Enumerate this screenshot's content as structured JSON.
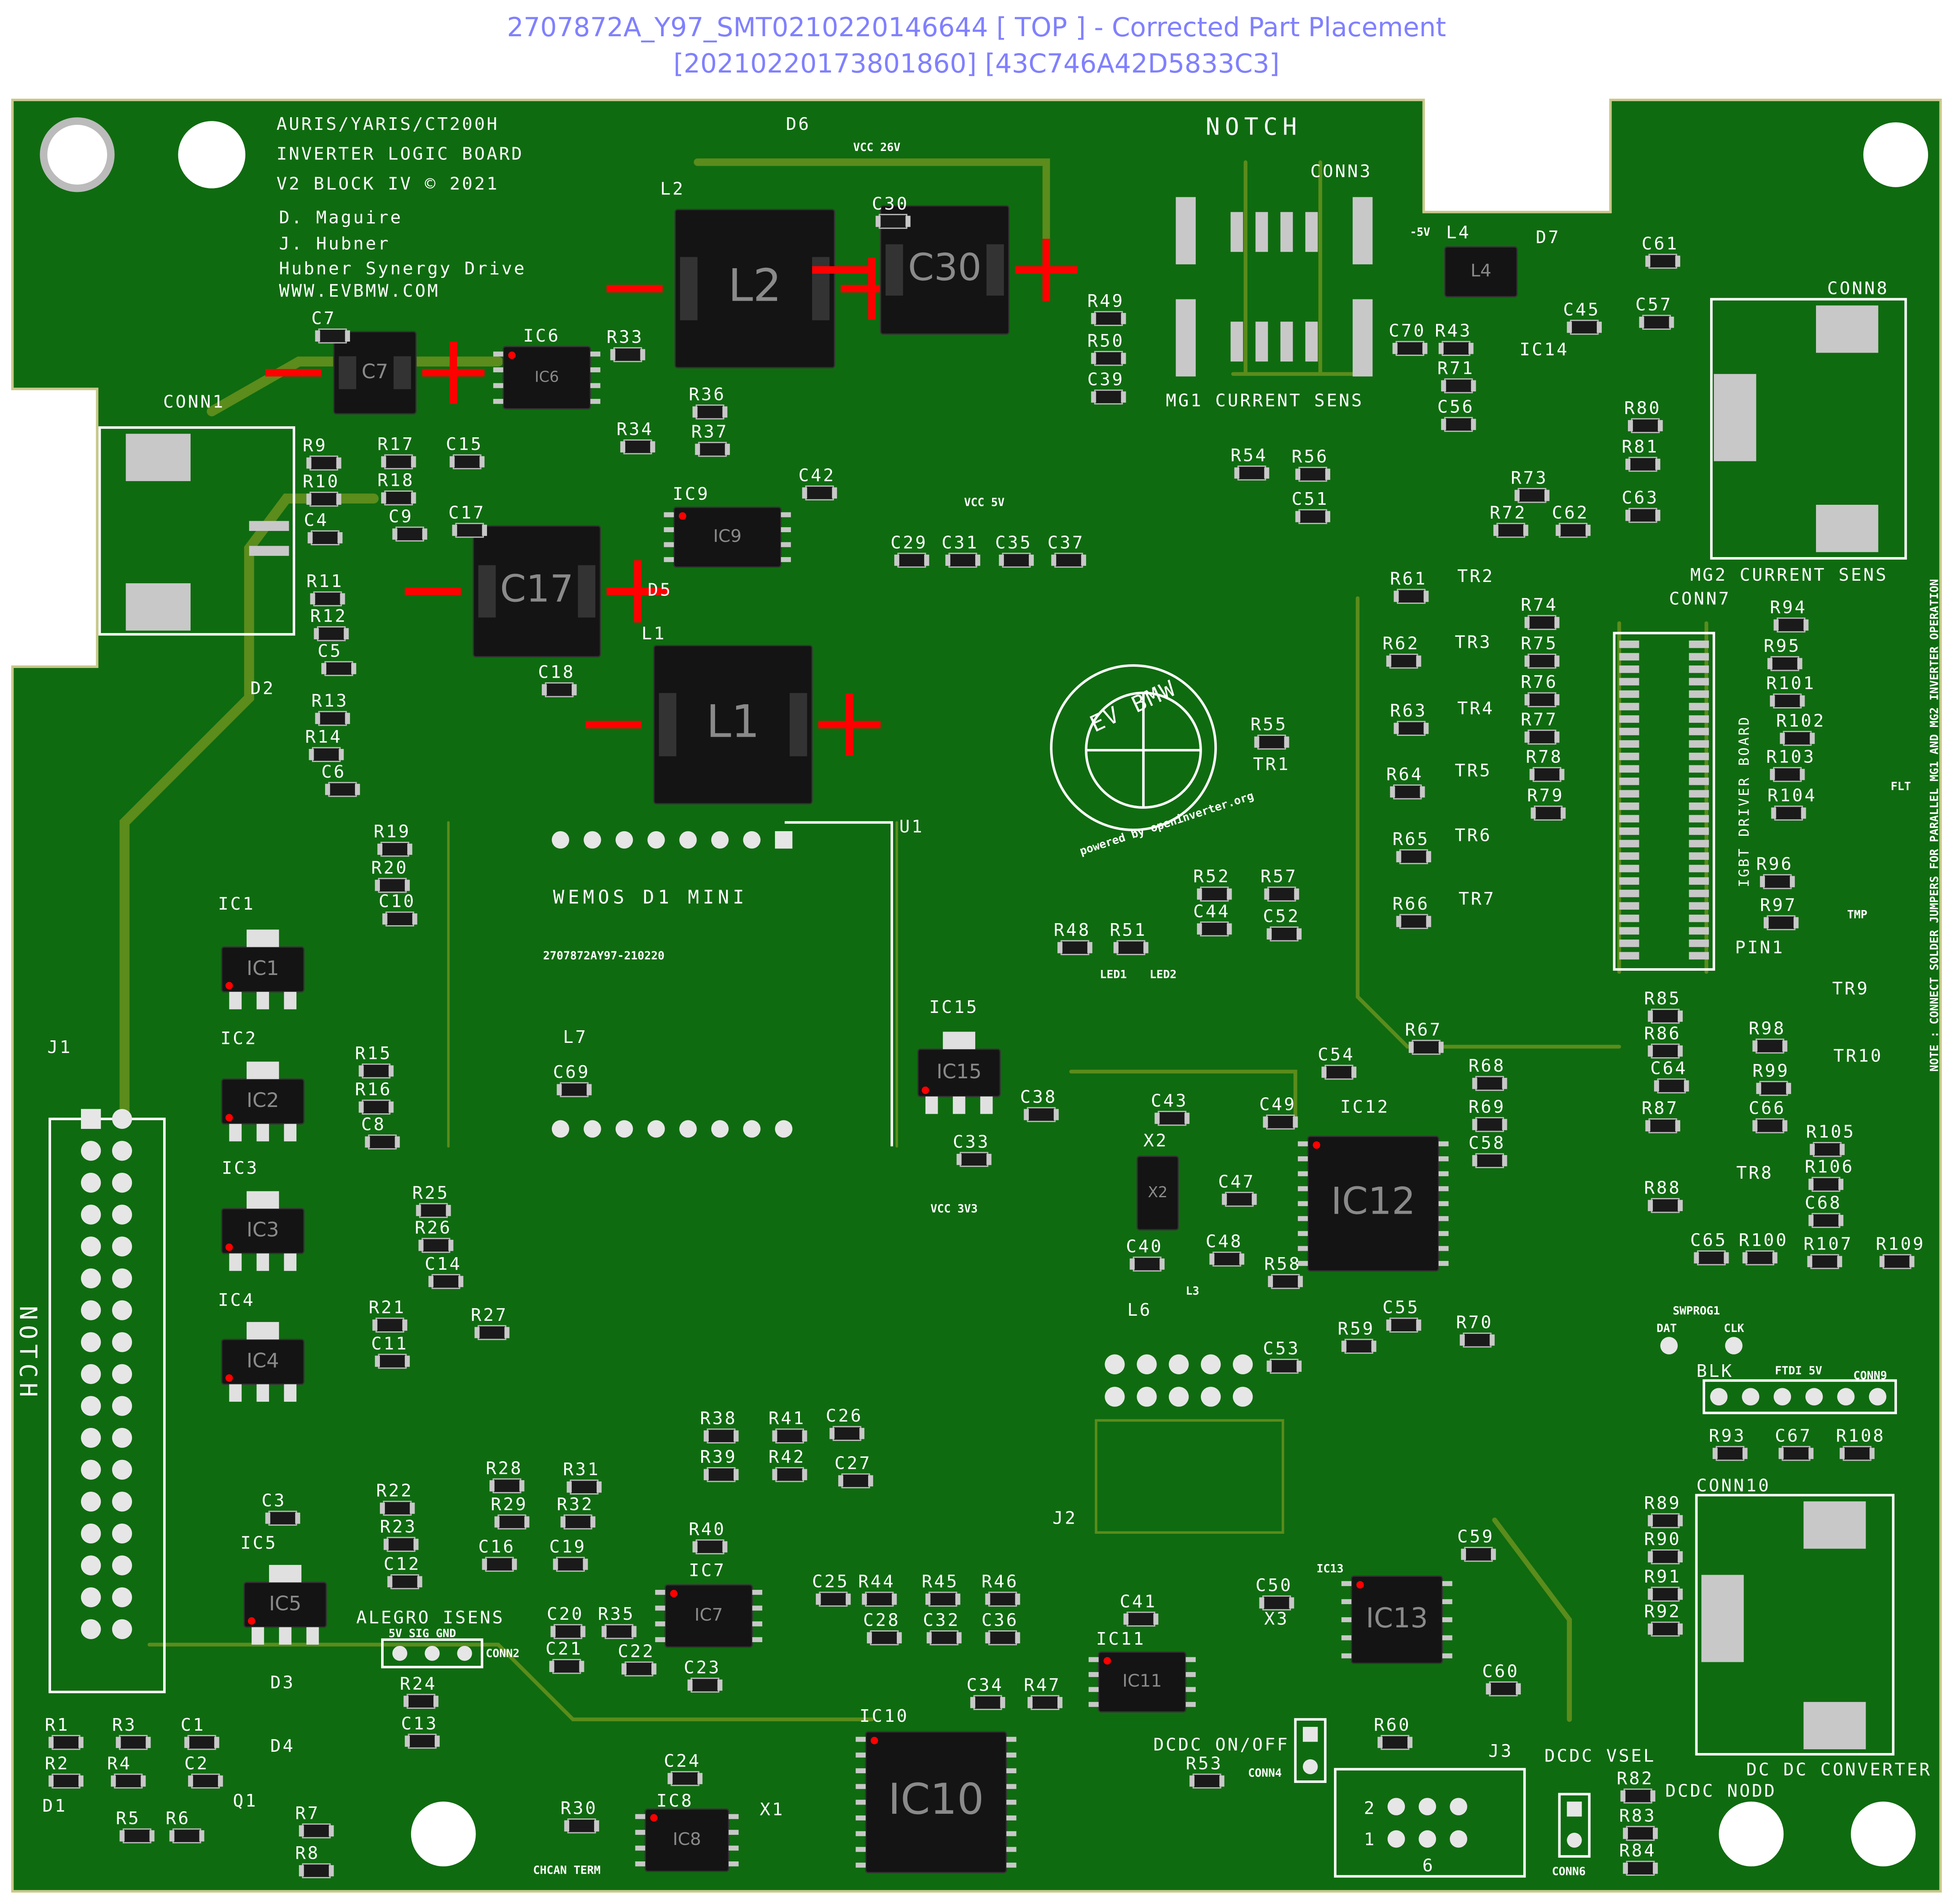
{
  "header": {
    "title_line1": "2707872A_Y97_SMT0210220146644 [ TOP ] - Corrected Part Placement",
    "title_line2": "[20210220173801860] [43C746A42D5833C3]"
  },
  "board_info": {
    "lines": [
      "AURIS/YARIS/CT200H",
      "INVERTER LOGIC BOARD",
      "V2 BLOCK IV    © 2021",
      "D. Maguire",
      "J. Hubner",
      "Hubner Synergy Drive",
      "WWW.EVBMW.COM"
    ],
    "notch_top": "NOTCH",
    "notch_left": "NOTCH",
    "note": "NOTE : CONNECT SOLDER JUMPERS FOR PARALLEL MG1 AND MG2 INVERTER OPERATION",
    "igbt_label": "IGBT DRIVER BOARD",
    "module_name": "WEMOS D1 MINI",
    "board_id": "2707872AY97-210220",
    "logo_text": "EV BMW",
    "logo_sub": "powered by openinverter.org"
  },
  "colors": {
    "board": "#0f6b10",
    "trace": "#5b8c1c",
    "silkscreen": "#ffffff",
    "pad": "#c8c8c8",
    "title": "#8080ff",
    "marker": "#ff0000"
  },
  "labels": [
    "D6",
    "VCC 26V",
    "L2",
    "C30",
    "C7",
    "IC6",
    "R33",
    "R36",
    "R34",
    "R37",
    "C15",
    "CONN1",
    "R9",
    "R17",
    "R10",
    "R18",
    "C4",
    "C9",
    "C17",
    "IC9",
    "C42",
    "VCC 5V",
    "C29",
    "C31",
    "C35",
    "C37",
    "R11",
    "R12",
    "C5",
    "D2",
    "R13",
    "R14",
    "C6",
    "D5",
    "L1",
    "C18",
    "CONN3",
    "MG1 CURRENT SENS",
    "R49",
    "R50",
    "C39",
    "C70",
    "R43",
    "R71",
    "IC14",
    "C56",
    "-5V",
    "L4",
    "D7",
    "C61",
    "C45",
    "C57",
    "CONN8",
    "R80",
    "R81",
    "R54",
    "R56",
    "C51",
    "R73",
    "R72",
    "C62",
    "C63",
    "MG2 CURRENT SENS",
    "CONN7",
    "R61",
    "TR2",
    "R74",
    "R62",
    "TR3",
    "R75",
    "R76",
    "R63",
    "TR4",
    "R77",
    "R78",
    "R64",
    "TR5",
    "R79",
    "R65",
    "TR6",
    "R66",
    "TR7",
    "R55",
    "TR1",
    "R52",
    "R57",
    "C44",
    "C52",
    "R48",
    "R51",
    "LED1",
    "LED2",
    "R94",
    "R95",
    "R101",
    "R102",
    "R103",
    "R104",
    "R96",
    "R97",
    "TMP",
    "FLT",
    "PIN1",
    "TR9",
    "TR10",
    "R85",
    "R86",
    "C64",
    "R87",
    "R98",
    "R99",
    "C66",
    "R105",
    "R106",
    "TR8",
    "R88",
    "C68",
    "C65",
    "R100",
    "R107",
    "R109",
    "SWPROG1",
    "DAT",
    "CLK",
    "BLK",
    "FTDI 5V",
    "CONN9",
    "R93",
    "C67",
    "R108",
    "CONN10",
    "R89",
    "R90",
    "R91",
    "R92",
    "R82",
    "DCDC NODD",
    "DC DC CONVERTER",
    "R83",
    "R84",
    "DCDC VSEL",
    "CONN6",
    "J3",
    "C59",
    "C60",
    "R60",
    "R53",
    "CONN4",
    "DCDC ON/OFF",
    "C50",
    "X3",
    "IC13",
    "C41",
    "IC11",
    "C34",
    "R47",
    "IC10",
    "C25",
    "R44",
    "R45",
    "R46",
    "C28",
    "C32",
    "C36",
    "X1",
    "IC8",
    "C24",
    "R30",
    "CHCAN TERM",
    "R40",
    "IC7",
    "C23",
    "C20",
    "R35",
    "C21",
    "C22",
    "C16",
    "C19",
    "R28",
    "R31",
    "R29",
    "R32",
    "R38",
    "R41",
    "C26",
    "R39",
    "R42",
    "C27",
    "R22",
    "R23",
    "C12",
    "C3",
    "IC5",
    "ALEGRO ISENS",
    "5V SIG GND",
    "CONN2",
    "R24",
    "C13",
    "D3",
    "D4",
    "R1",
    "R3",
    "C1",
    "R2",
    "R4",
    "C2",
    "D1",
    "R5",
    "R6",
    "Q1",
    "R7",
    "R8",
    "J1",
    "J2",
    "U1",
    "L7",
    "C69",
    "IC15",
    "C38",
    "C33",
    "VCC 3V3",
    "C43",
    "X2",
    "C49",
    "IC12",
    "C54",
    "R67",
    "R68",
    "R69",
    "C58",
    "C47",
    "C40",
    "C48",
    "R58",
    "L3",
    "L6",
    "C55",
    "R59",
    "C53",
    "R70",
    "IC1",
    "IC2",
    "IC3",
    "IC4",
    "R19",
    "R20",
    "C10",
    "R15",
    "R16",
    "C8",
    "R25",
    "R26",
    "C14",
    "R21",
    "C11",
    "R27"
  ],
  "part_marks": [
    "L2",
    "C30",
    "C17",
    "L1",
    "C7",
    "IC6",
    "IC9",
    "IC12",
    "IC13",
    "IC10",
    "IC1",
    "IC2",
    "IC3",
    "IC4",
    "IC15",
    "IC5",
    "IC11",
    "IC7",
    "IC8",
    "X2",
    "L4"
  ],
  "j3_pins": [
    "2",
    "1",
    "6"
  ]
}
